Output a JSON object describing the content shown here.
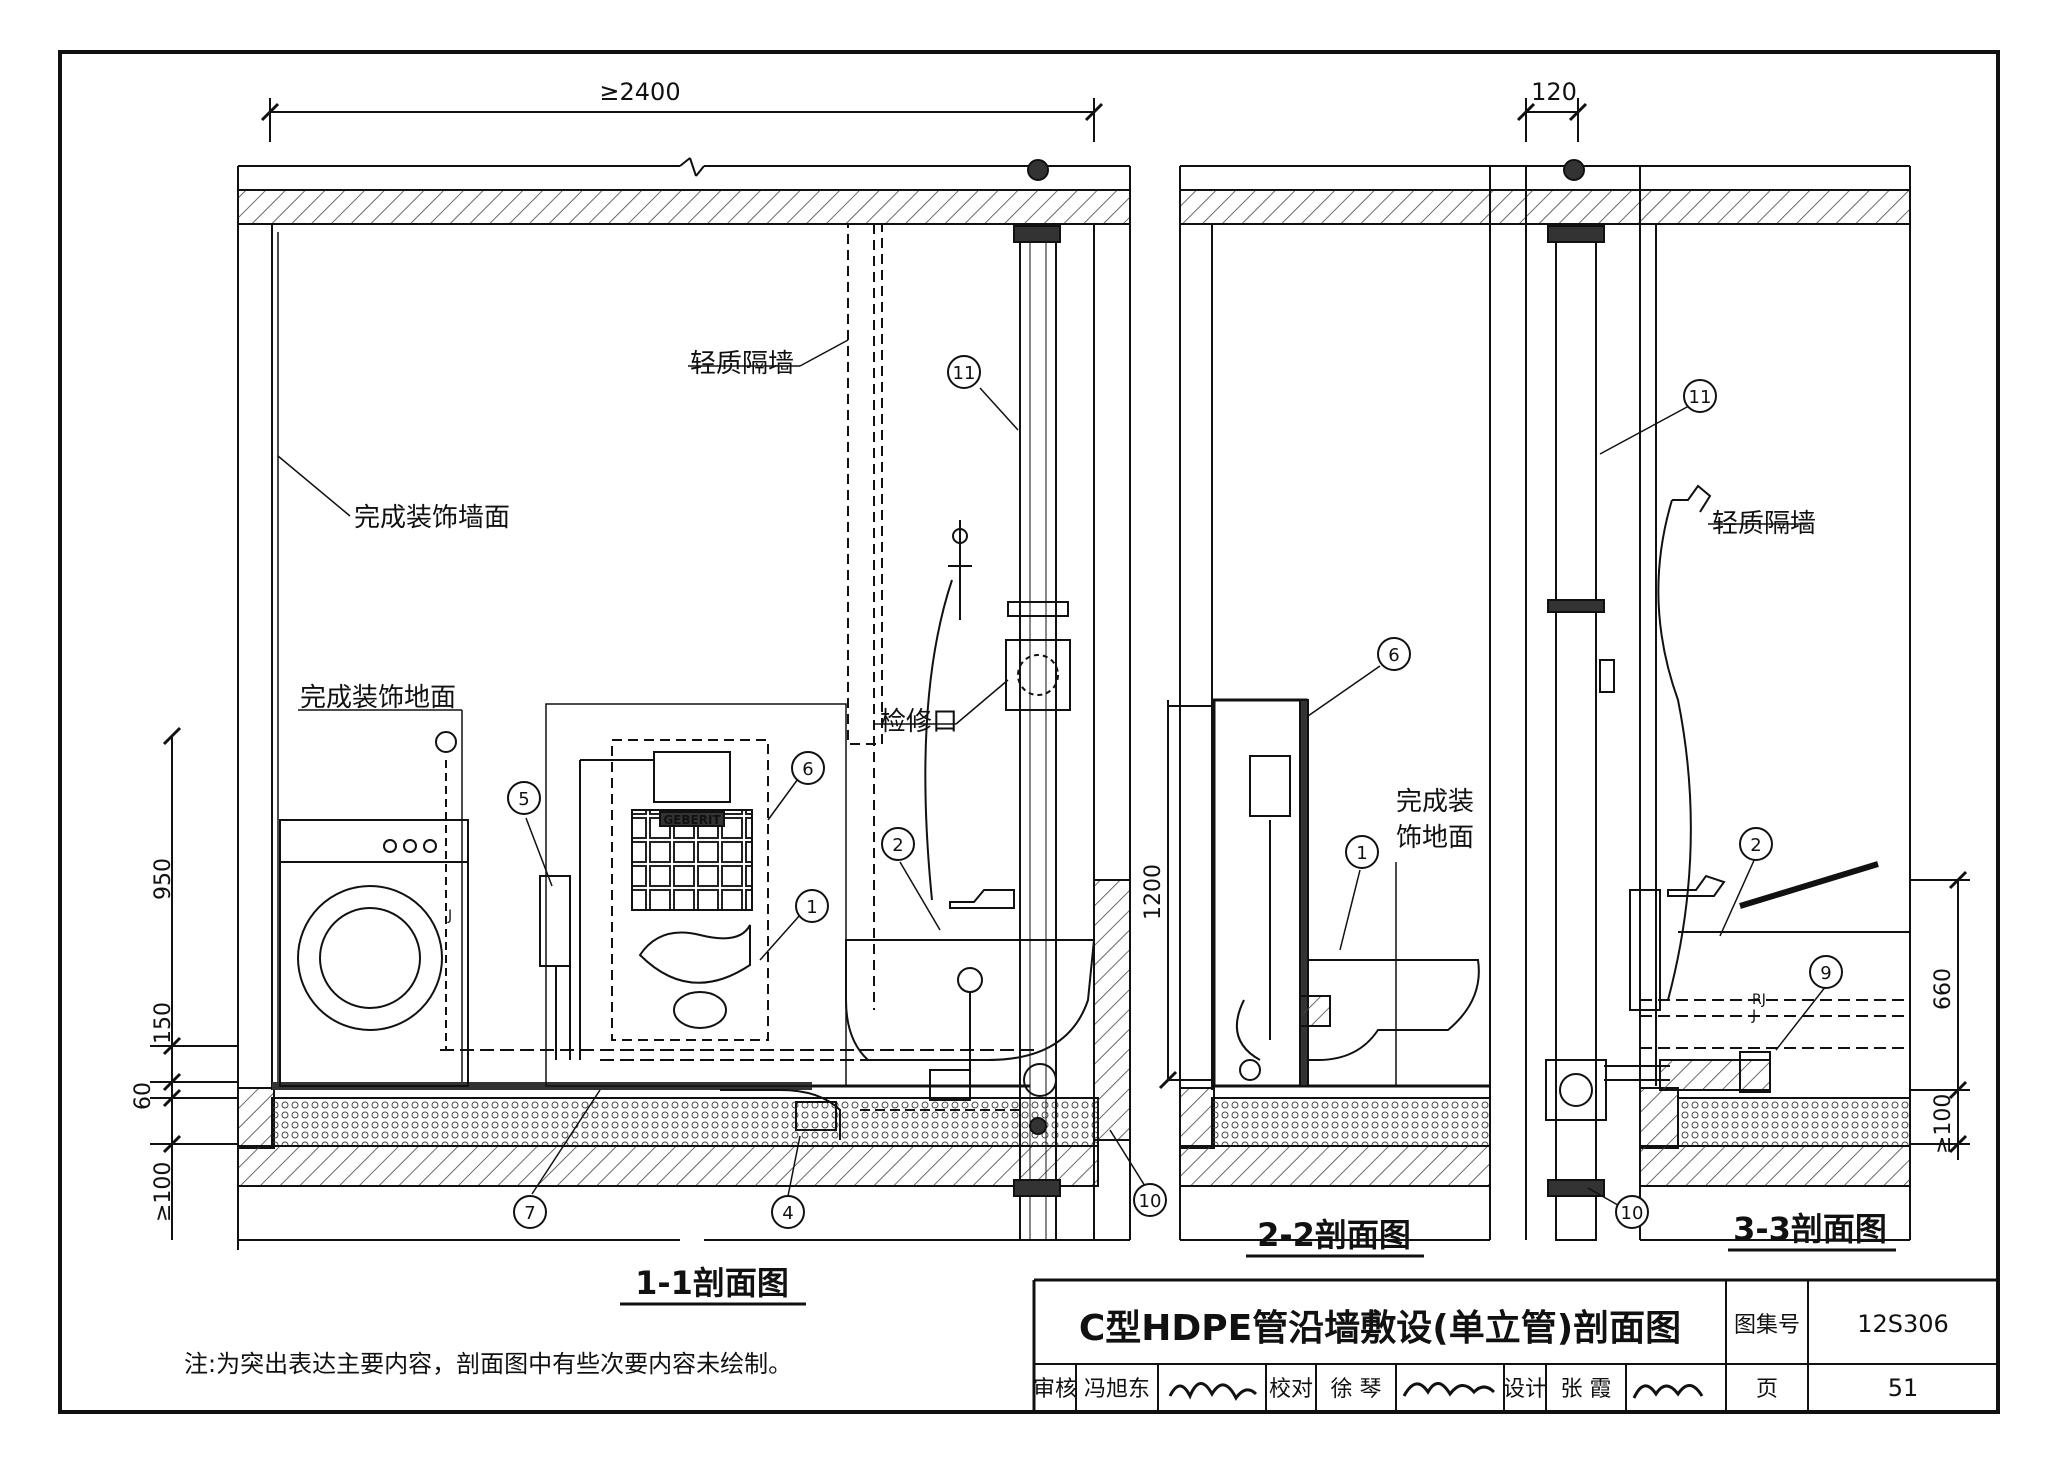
{
  "dims": {
    "span_2400": "≥2400",
    "wall_120": "120",
    "h_950": "950",
    "h_150": "150",
    "h_60": "60",
    "h_100": "≥100",
    "h_1200": "1200",
    "h_660": "660",
    "h_100b": "≥100"
  },
  "labels": {
    "partition_1": "轻质隔墙",
    "finish_wall": "完成装饰墙面",
    "finish_floor_1": "完成装饰地面",
    "access_port": "检修口",
    "finish_floor_2a": "完成装",
    "finish_floor_2b": "饰地面",
    "partition_3": "轻质隔墙",
    "geberit": "GEBERIT",
    "pipe_j": "J",
    "pipe_rj": "RJ"
  },
  "callouts": {
    "c1": "1",
    "c2": "2",
    "c4": "4",
    "c5": "5",
    "c6": "6",
    "c7": "7",
    "c9": "9",
    "c10": "10",
    "c11": "11"
  },
  "sections": {
    "s11": "1-1剖面图",
    "s22": "2-2剖面图",
    "s33": "3-3剖面图"
  },
  "note": "注:为突出表达主要内容，剖面图中有些次要内容未绘制。",
  "title_block": {
    "title": "C型HDPE管沿墙敷设(单立管)剖面图",
    "atlas_label": "图集号",
    "atlas_no": "12S306",
    "review_label": "审核",
    "reviewer": "冯旭东",
    "check_label": "校对",
    "checker": "徐 琴",
    "design_label": "设计",
    "designer": "张 霞",
    "page_label": "页",
    "page_no": "51"
  },
  "colors": {
    "ink": "#1a1a1a",
    "hatch": "#555555"
  }
}
